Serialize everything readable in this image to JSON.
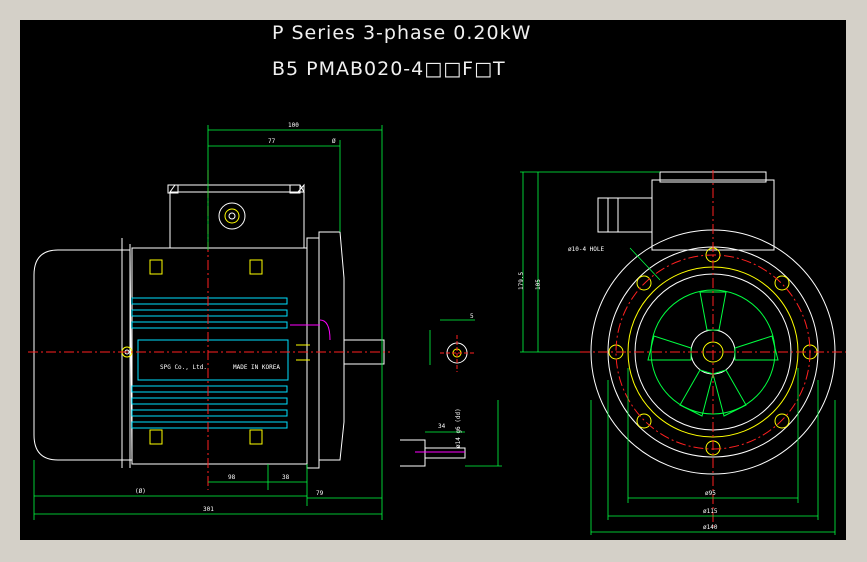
{
  "drawing": {
    "title_line1": "P Series 3-phase 0.20kW",
    "title_line2": "B5 PMAB020-4□□F□T"
  },
  "labels": {
    "maker": "SPG Co., Ltd.",
    "made_in": "MADE IN KOREA",
    "hole_callout": "ø10-4 HOLE"
  },
  "dimensions": {
    "overall_length": "301",
    "body_length": "(Ø)",
    "flange_to_box": "100",
    "box_offset": "77",
    "box_width": "Ø",
    "lower_left": "38",
    "lower_mid": "98",
    "shaft_length": "79",
    "center_height": "105",
    "total_height": "179.5",
    "key_width": "5",
    "shaft_len_detail": "34",
    "shaft_tol": "ø14 g6 (dd)",
    "dia_pcd": "ø95",
    "dia_flange_inner": "ø115",
    "dia_flange_outer": "ø140"
  },
  "colors": {
    "background": "#000000",
    "outline": "#ffffff",
    "center_line": "#ff2020",
    "dimension": "#00ff40",
    "hatch": "#00e0ff",
    "accent": "#ff00ff",
    "highlight": "#ffff00"
  }
}
